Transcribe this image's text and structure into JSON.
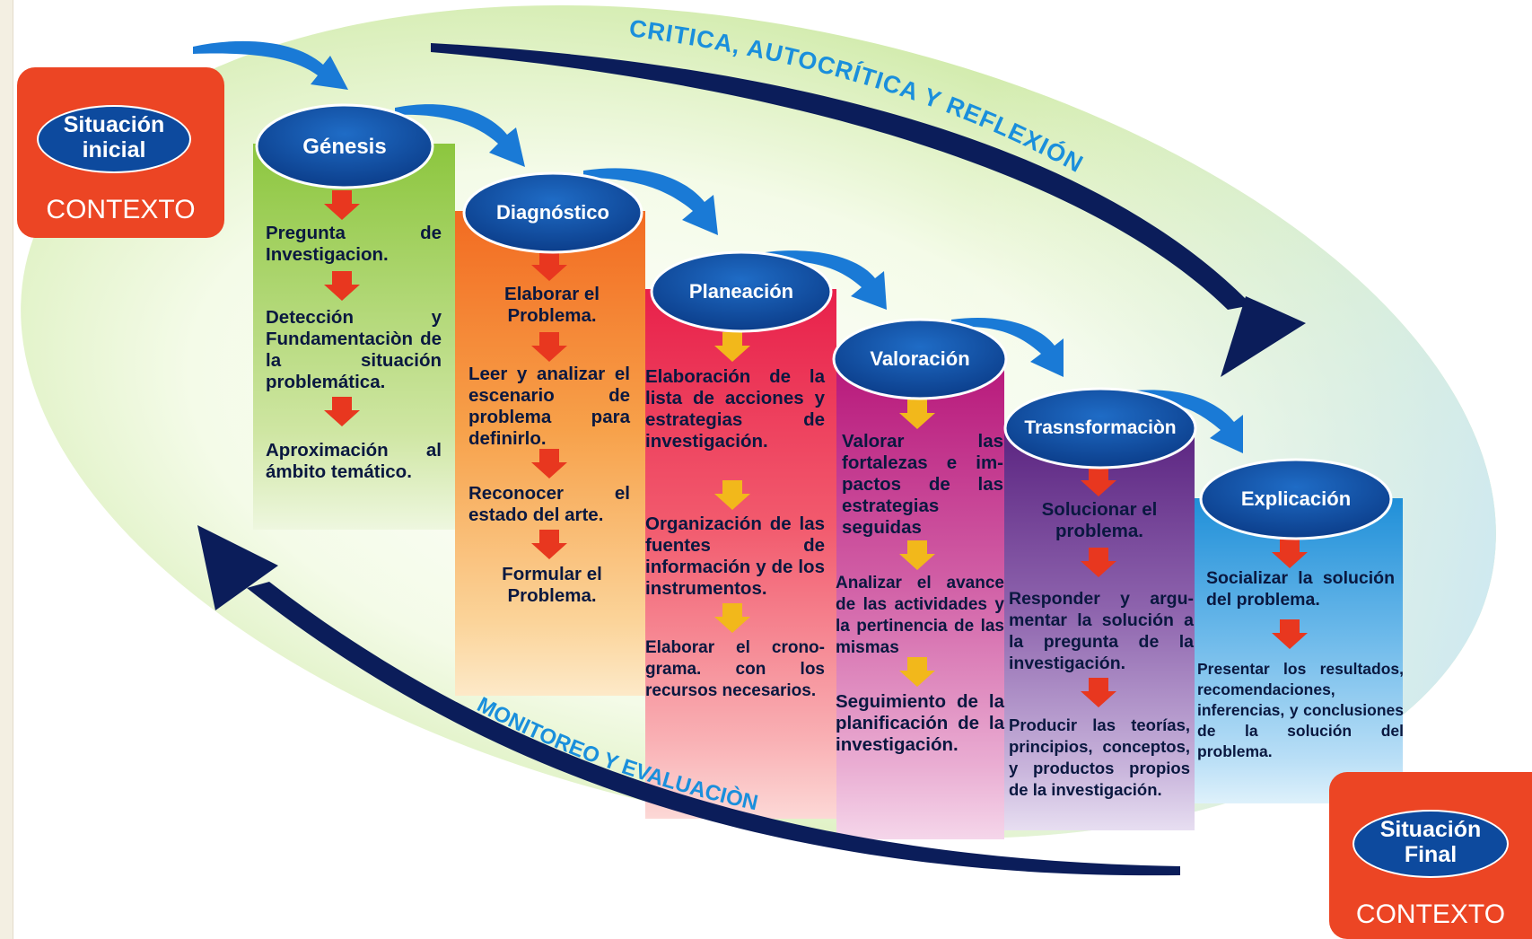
{
  "colors": {
    "navy": "#0b1d5a",
    "oval_blue": "#0d4a9e",
    "context_red": "#ec4524",
    "arrow_red": "#e8371f",
    "arrow_yellow": "#f2b81b",
    "flow_arrow_blue": "#1a7ad6"
  },
  "context_start": {
    "title": "Situación inicial",
    "word": "CONTEXTO"
  },
  "context_end": {
    "title": "Situación Final",
    "word": "CONTEXTO"
  },
  "arc_top_label": "CRITICA, AUTOCRÍTICA Y REFLEXIÓN",
  "arc_bottom_label": "MONITOREO Y EVALUACIÒN",
  "steps": [
    {
      "title": "Génesis",
      "items": [
        "Pregunta de Investigacion.",
        "Detección y Fundamentaciòn de la situación problemática.",
        "Aproximación al ámbito temático."
      ]
    },
    {
      "title": "Diagnóstico",
      "items": [
        "Elaborar el Problema.",
        "Leer y analizar el escenario de problema para definirlo.",
        "Reconocer el estado del arte.",
        "Formular el Problema."
      ]
    },
    {
      "title": "Planeación",
      "items": [
        "Elaboración de la lista de acciones y estrategias de investigación.",
        "Organización de las fuentes de información y de los instrumentos.",
        "Elaborar el crono-grama. con los recursos necesarios."
      ]
    },
    {
      "title": "Valoración",
      "items": [
        "Valorar las fortalezas e im-pactos de las estrategias seguidas",
        "Analizar el avance de las actividades y la pertinencia de las mismas",
        "Seguimiento de la planificación de la investigación."
      ]
    },
    {
      "title": "Trasnsformaciòn",
      "items": [
        "Solucionar el problema.",
        "Responder y argu-mentar la solución a la pregunta de la investigación.",
        "Producir las teorías, principios, conceptos, y productos propios de la investigación."
      ]
    },
    {
      "title": "Explicación",
      "items": [
        "Socializar la solución del problema.",
        "Presentar los resultados, recomendaciones, inferencias, y conclusiones de la solución del problema."
      ]
    }
  ]
}
